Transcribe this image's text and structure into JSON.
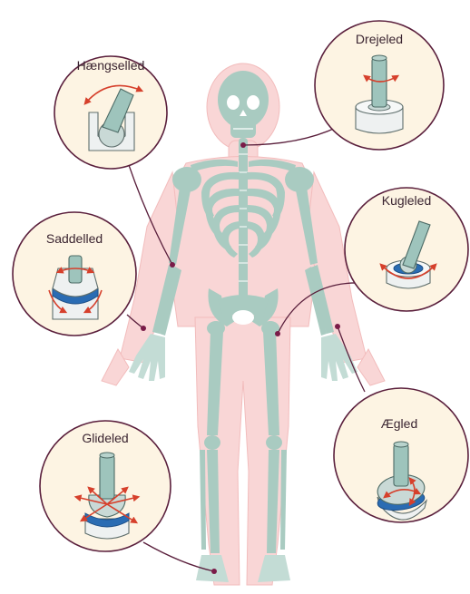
{
  "diagram": {
    "joints": [
      {
        "id": "haengselled",
        "label": "Hængselled",
        "icon": "hinge-joint-icon"
      },
      {
        "id": "drejeled",
        "label": "Drejeled",
        "icon": "pivot-joint-icon"
      },
      {
        "id": "saddelled",
        "label": "Saddelled",
        "icon": "saddle-joint-icon"
      },
      {
        "id": "kugleled",
        "label": "Kugleled",
        "icon": "ball-socket-joint-icon"
      },
      {
        "id": "aegled",
        "label": "Ægled",
        "icon": "ellipsoid-joint-icon"
      },
      {
        "id": "glideled",
        "label": "Glideled",
        "icon": "gliding-joint-icon"
      }
    ],
    "figure": "skeleton-figure",
    "colors": {
      "bubble_fill": "#fdf4e3",
      "outline": "#5a1f3c",
      "bone": "#a9cbc1",
      "body_halo": "#f9d6d6",
      "arrow": "#d6402c",
      "cartilage": "#2a6cb3"
    }
  }
}
